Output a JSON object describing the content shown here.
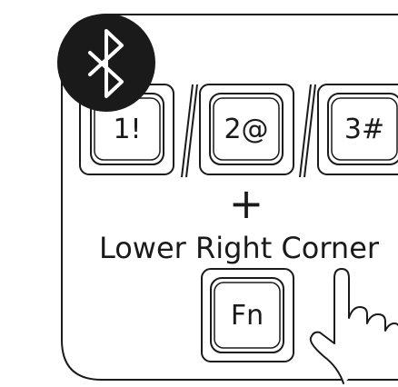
{
  "badge": {
    "icon": "bluetooth-icon",
    "background": "#1a1a1a"
  },
  "keys": [
    {
      "label": "1!"
    },
    {
      "label": "2@"
    },
    {
      "label": "3#"
    }
  ],
  "combine_symbol": "+",
  "caption": "Lower Right Corner",
  "fn_key": {
    "label": "Fn"
  },
  "pointer": {
    "icon": "pointing-hand-icon"
  },
  "colors": {
    "line": "#1a1a1a",
    "background": "#ffffff"
  }
}
